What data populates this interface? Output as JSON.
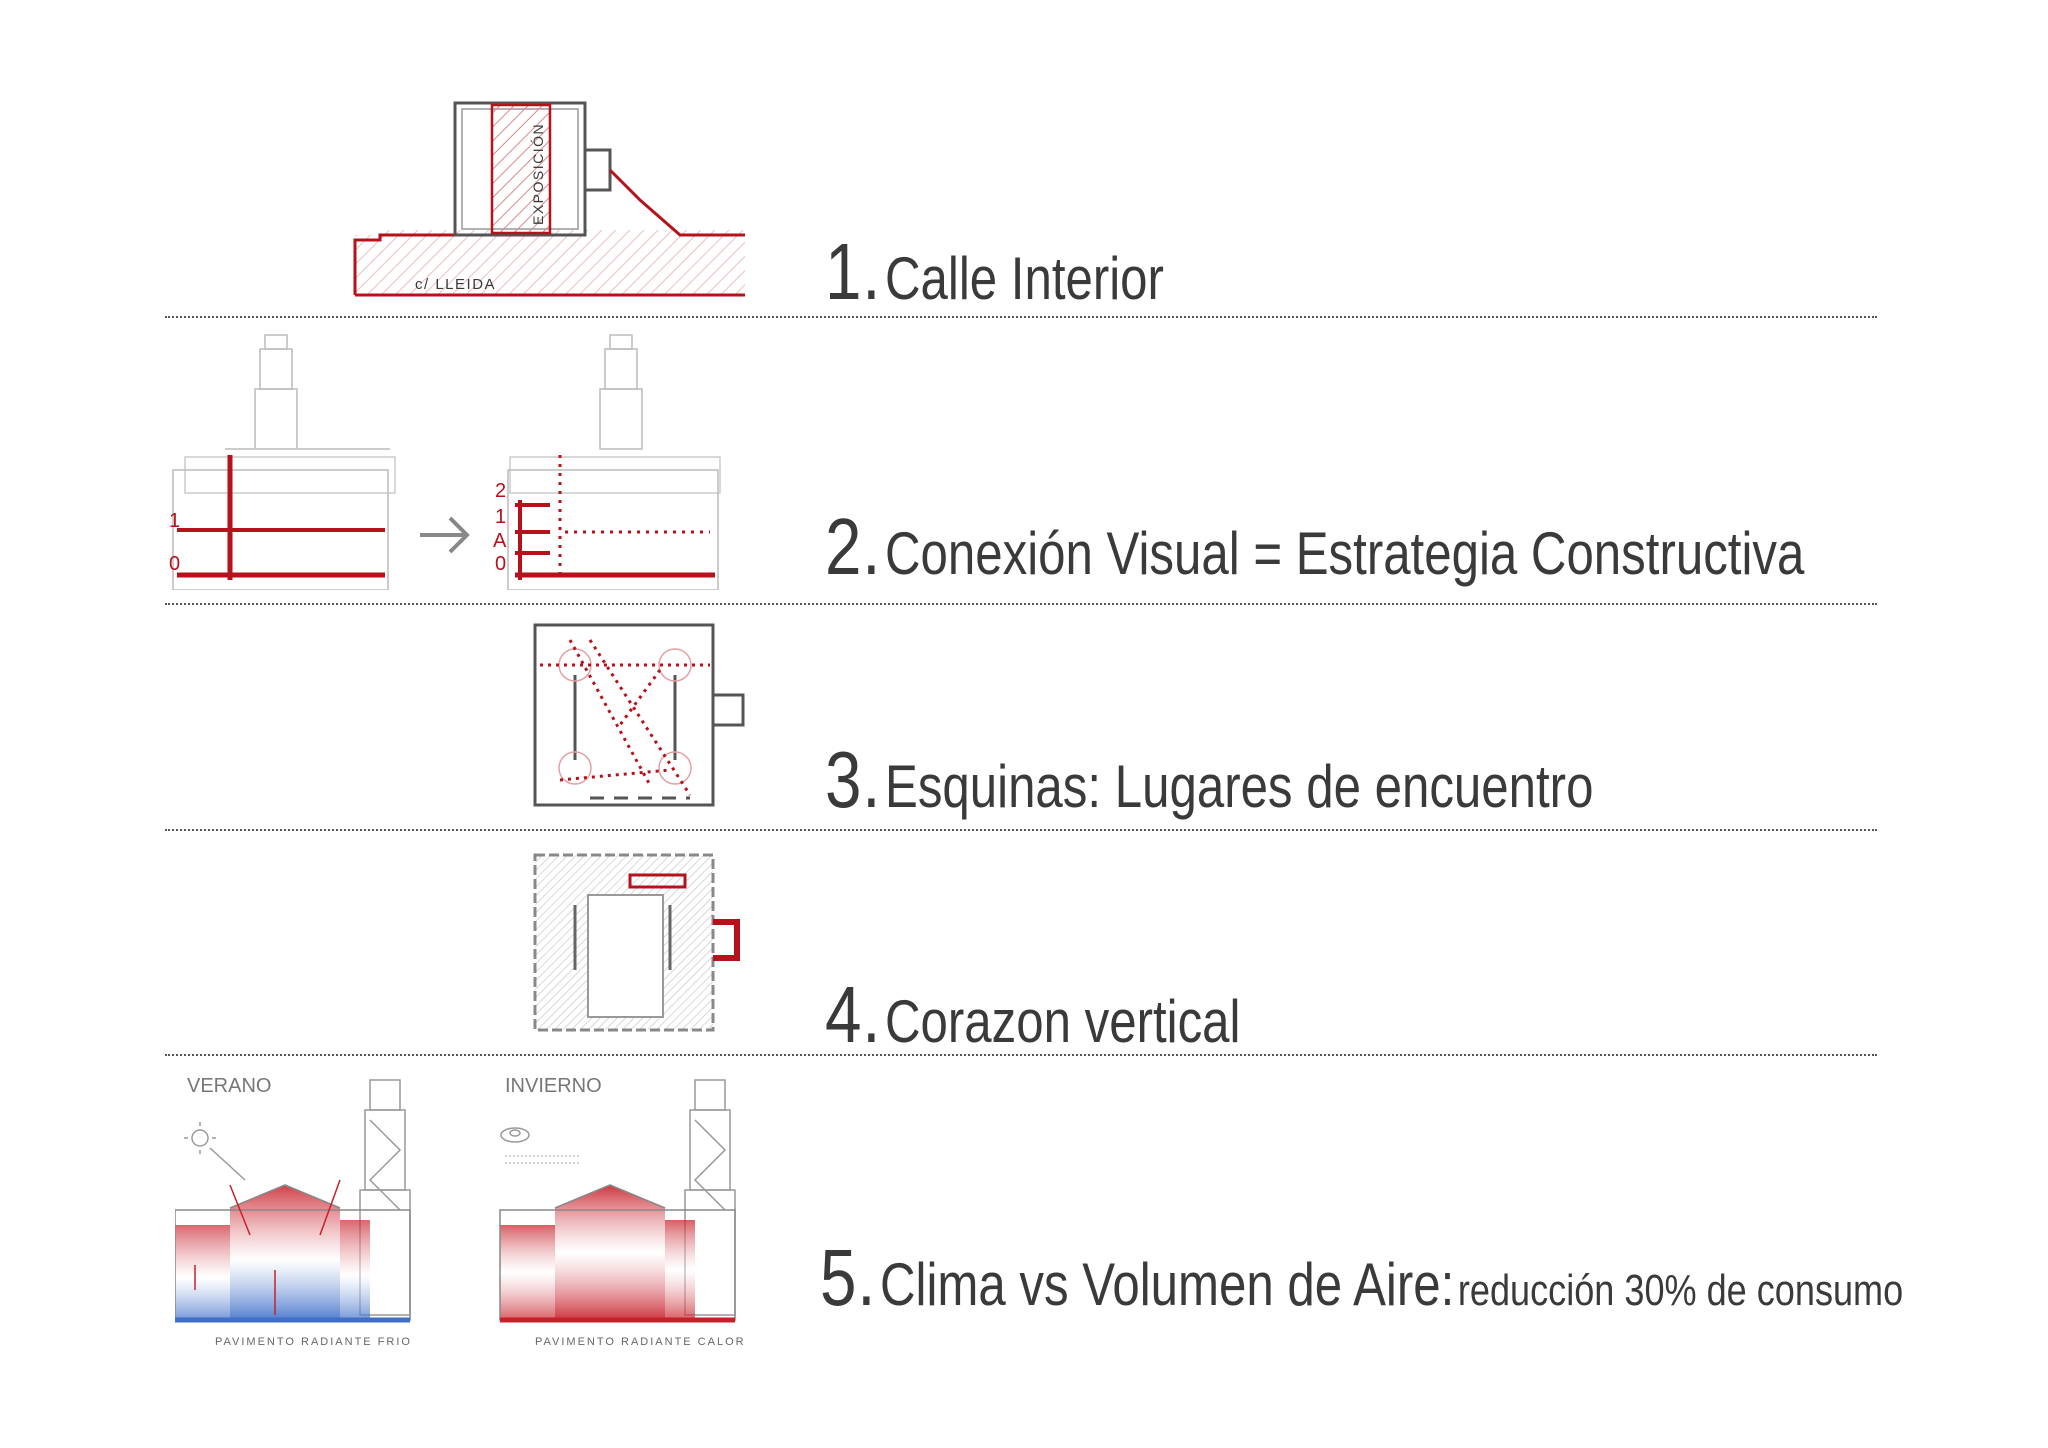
{
  "colors": {
    "accent": "#b5121b",
    "ink": "#3a3a3a",
    "line": "#888888",
    "cold": "#3f6fc9"
  },
  "items": [
    {
      "number": "1.",
      "title": "Calle Interior",
      "extra": ""
    },
    {
      "number": "2.",
      "title": "Conexión Visual = Estrategia Constructiva",
      "extra": ""
    },
    {
      "number": "3.",
      "title": "Esquinas: Lugares de encuentro",
      "extra": ""
    },
    {
      "number": "4.",
      "title": "Corazon vertical",
      "extra": ""
    },
    {
      "number": "5.",
      "title": "Clima vs Volumen de Aire:",
      "extra": "reducción 30% de consumo"
    }
  ],
  "diagram1": {
    "room_label": "EXPOSICIÓN",
    "street_label": "c/ LLEIDA"
  },
  "diagram2": {
    "before_levels": [
      "1",
      "0"
    ],
    "after_levels": [
      "2",
      "1",
      "A",
      "0"
    ],
    "arrow": "arrow-right-icon"
  },
  "diagram5": {
    "summer_label": "VERANO",
    "winter_label": "INVIERNO",
    "summer_caption": "PAVIMENTO RADIANTE FRIO",
    "winter_caption": "PAVIMENTO RADIANTE CALOR"
  }
}
